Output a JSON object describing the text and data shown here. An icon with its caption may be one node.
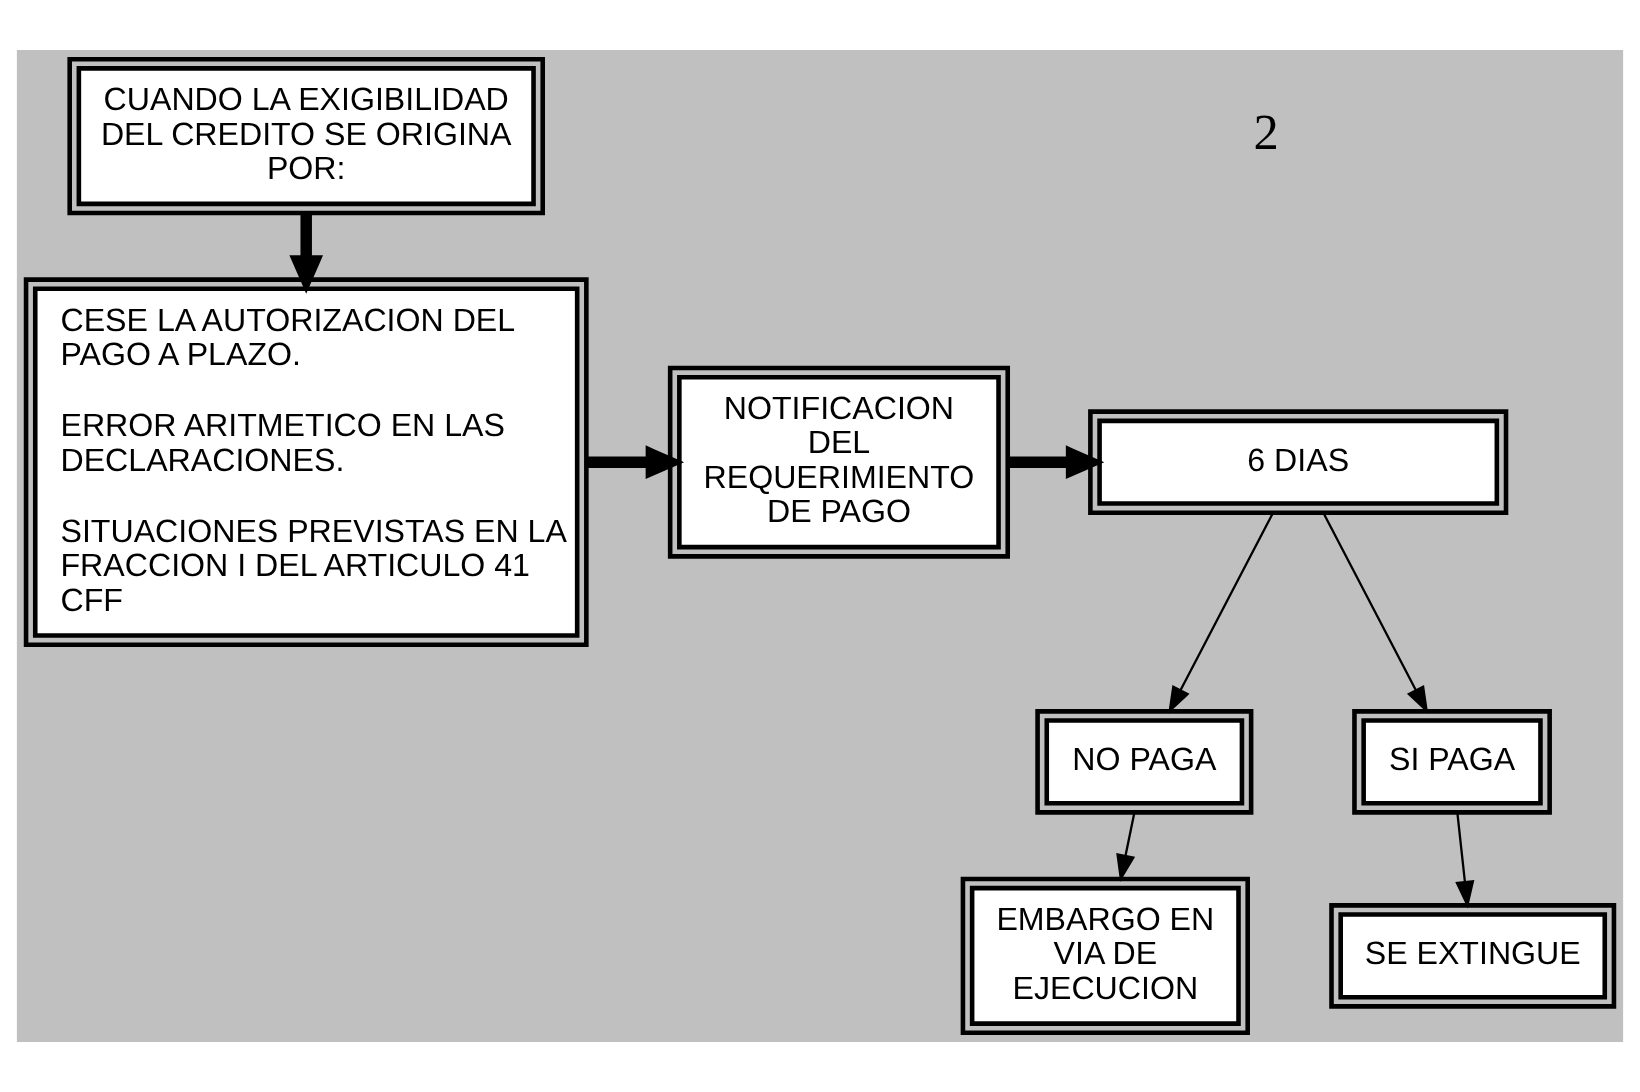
{
  "diagram": {
    "nodes": [
      {
        "text": [
          "CUANDO LA EXIGIBILIDAD DEL CREDITO SE ORIGINA POR:"
        ]
      },
      {
        "text": [
          "CESE LA AUTORIZACION DEL PAGO A PLAZO.",
          "ERROR ARITMETICO EN LAS DECLARACIONES.",
          "SITUACIONES PREVISTAS EN LA FRACCION I DEL ARTICULO 41 CFF"
        ]
      },
      {
        "text": [
          "NOTIFICACION DEL REQUERIMIENTO DE PAGO"
        ]
      },
      {
        "text": [
          "6 DIAS"
        ]
      },
      {
        "text": [
          "NO PAGA"
        ]
      },
      {
        "text": [
          "SI PAGA"
        ]
      },
      {
        "text": [
          "EMBARGO EN VIA DE EJECUCION"
        ]
      },
      {
        "text": [
          "SE EXTINGUE"
        ]
      }
    ],
    "edges": [
      {
        "from": 0,
        "to": 1,
        "arrow": "to",
        "style": "thick"
      },
      {
        "from": 1,
        "to": 2,
        "arrow": "to",
        "style": "thick"
      },
      {
        "from": 2,
        "to": 3,
        "arrow": "to",
        "style": "thick"
      },
      {
        "from": 3,
        "to": 4,
        "arrow": "to"
      },
      {
        "from": 3,
        "to": 5,
        "arrow": "to"
      },
      {
        "from": 4,
        "to": 6,
        "arrow": "to"
      },
      {
        "from": 5,
        "to": 7,
        "arrow": "to"
      }
    ],
    "labels": [
      "2"
    ]
  }
}
